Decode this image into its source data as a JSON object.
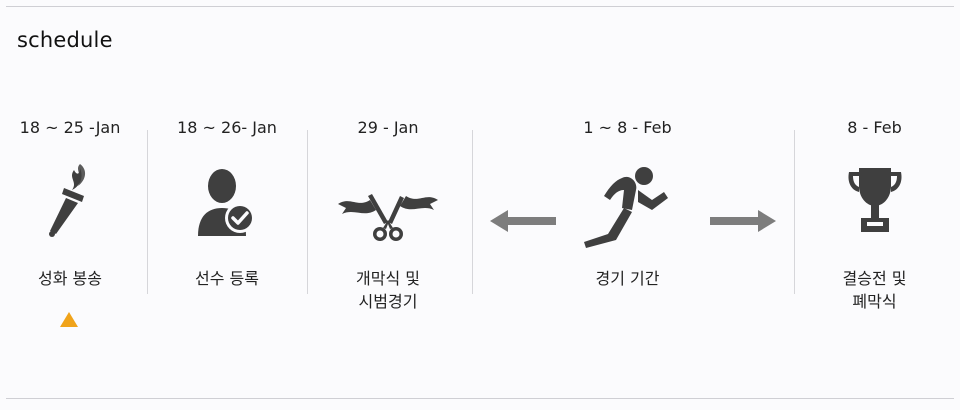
{
  "title": "schedule",
  "steps": [
    {
      "date": "18 ~ 25 -Jan",
      "label": "성화 봉송",
      "icon": "torch-icon"
    },
    {
      "date": "18 ~ 26- Jan",
      "label": "선수 등록",
      "icon": "athlete-registration-icon"
    },
    {
      "date": "29 - Jan",
      "label": "개막식 및\n시범경기",
      "icon": "ribbon-cutting-icon"
    },
    {
      "date": "1 ~ 8 - Feb",
      "label": "경기 기간",
      "icon": "runner-icon"
    },
    {
      "date": "8 - Feb",
      "label": "결승전 및\n폐막식",
      "icon": "trophy-icon"
    }
  ],
  "arrows": [
    "left-arrow-icon",
    "right-arrow-icon"
  ],
  "active_marker_color": "#f0a31a",
  "icon_color": "#3f3f3f",
  "arrow_color": "#7d7d7d"
}
